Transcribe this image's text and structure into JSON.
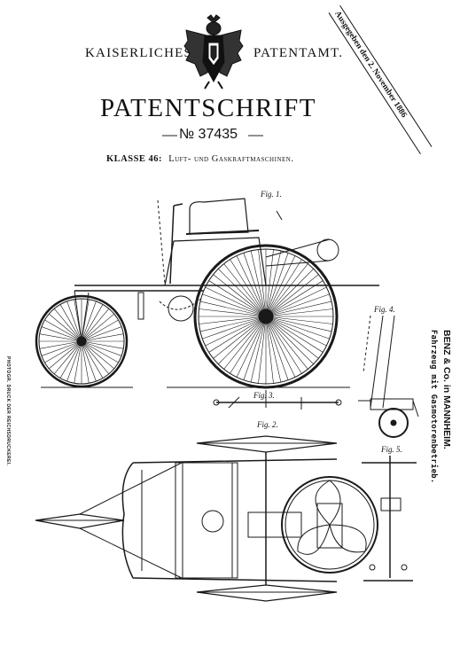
{
  "header": {
    "left": "KAISERLICHES",
    "right": "PATENTAMT.",
    "emblem": "imperial-eagle-emblem"
  },
  "title": "PATENTSCHRIFT",
  "number": "№ 37435",
  "klasse": {
    "label": "KLASSE 46:",
    "text": "Luft- und Gaskraftmaschinen."
  },
  "stamp": "Ausgegeben den 2. November 1886",
  "sidebar": {
    "company": "BENZ & Co. in MANNHEIM.",
    "subject": "Fahrzeug mit Gasmotorenbetrieb."
  },
  "printer_note": "PHOTOGR. DRUCK DER REICHSDRUCKEREI.",
  "figures": [
    "Fig. 1.",
    "Fig. 2.",
    "Fig. 3.",
    "Fig. 4.",
    "Fig. 5."
  ],
  "drawing_colors": {
    "ink": "#1a1a1a",
    "paper": "#ffffff"
  }
}
